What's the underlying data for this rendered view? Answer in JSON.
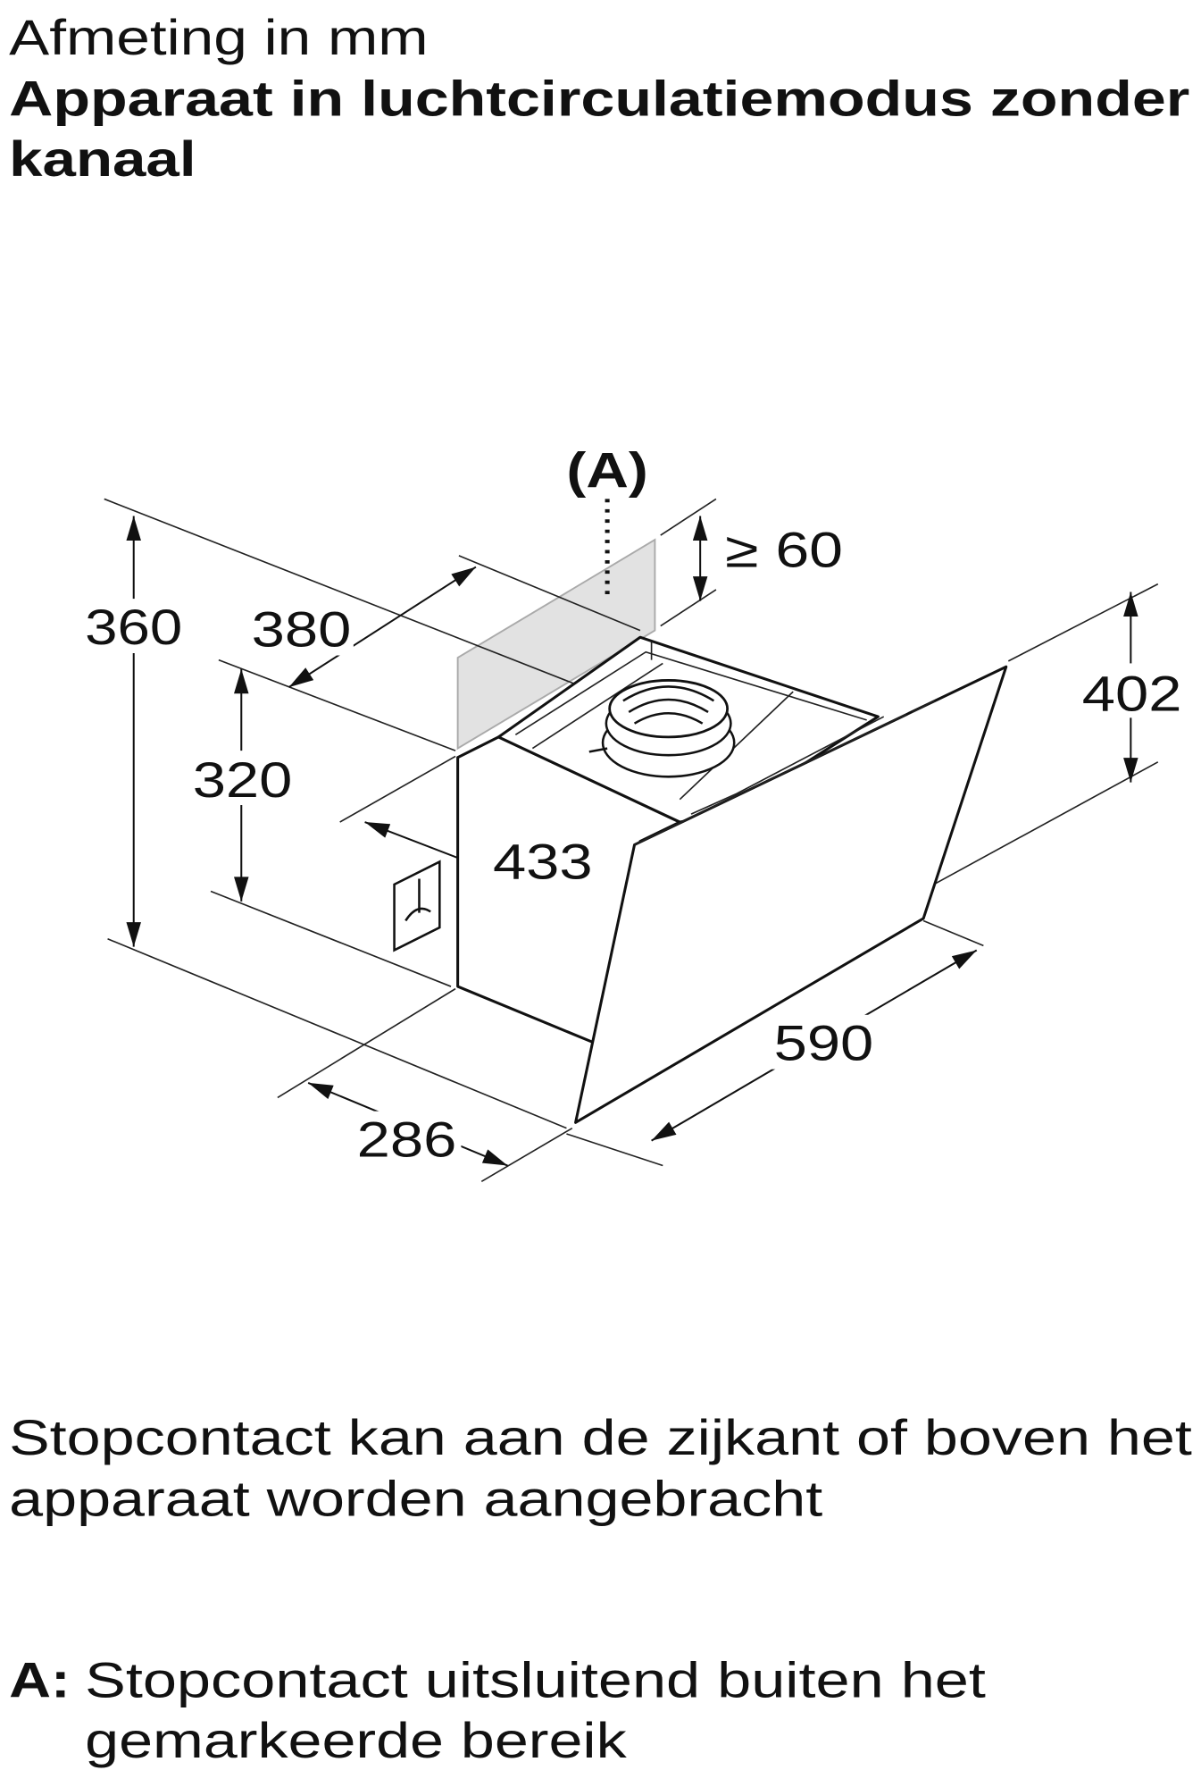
{
  "header": {
    "subtitle": "Afmeting in mm",
    "title_line1": "Apparaat in luchtcirculatiemodus zonder",
    "title_line2": "kanaal"
  },
  "diagram": {
    "zone_label": "(A)",
    "dimensions": {
      "clearance": "≥ 60",
      "height_total": "360",
      "depth_top": "380",
      "height_body": "320",
      "width_body": "433",
      "height_front": "402",
      "width_total": "590",
      "depth_bottom": "286"
    },
    "icons": [
      "socket-icon",
      "fan-outlet-icon"
    ],
    "zone_color": "#e2e2e2"
  },
  "notes": {
    "socket_line1": "Stopcontact kan aan de zijkant of boven het",
    "socket_line2": "apparaat worden aangebracht",
    "legend_key": "A:",
    "legend_line1": "Stopcontact uitsluitend buiten het",
    "legend_line2": "gemarkeerde bereik"
  }
}
